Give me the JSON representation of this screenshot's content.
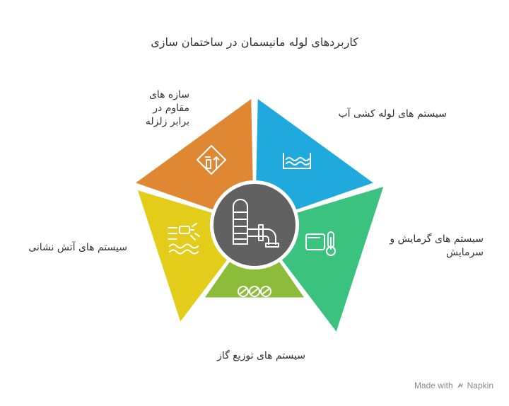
{
  "title": "کاربردهای لوله مانیسمان در ساختمان سازی",
  "segments": [
    {
      "id": "water",
      "label": "سیستم های لوله کشی آب",
      "color": "#1FA9DC",
      "icon": "water-waves-icon"
    },
    {
      "id": "hvac",
      "label": "سیستم های گرمایش و سرمایش",
      "color": "#3CC27F",
      "icon": "thermostat-icon"
    },
    {
      "id": "gas",
      "label": "سیستم های توزیع گاز",
      "color": "#8DBB3A",
      "icon": "gas-valves-icon"
    },
    {
      "id": "fire",
      "label": "سیستم های آتش نشانی",
      "color": "#E3CC1A",
      "icon": "fire-sprinkler-icon"
    },
    {
      "id": "seismic",
      "label": "سازه های مقاوم در برابر زلزله",
      "color": "#E08733",
      "icon": "earthquake-resistant-icon"
    }
  ],
  "center": {
    "icon": "pipe-silo-icon",
    "color": "#616161"
  },
  "footer": {
    "made_with": "Made with",
    "brand": "Napkin"
  }
}
